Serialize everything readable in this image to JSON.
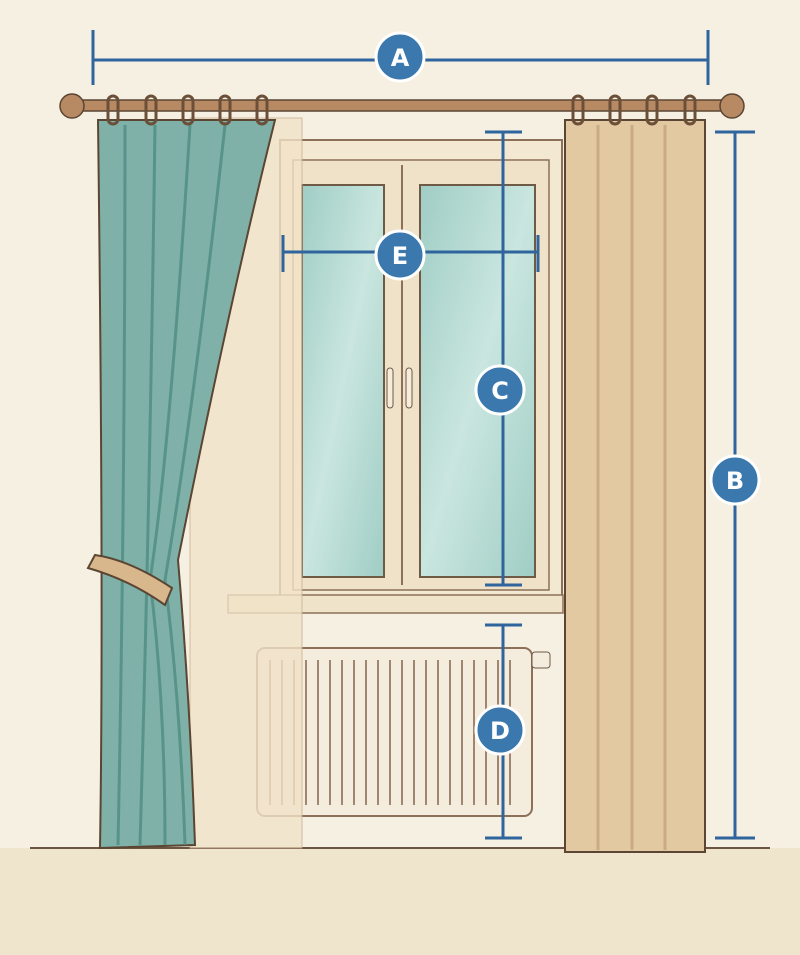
{
  "diagram": {
    "labels": {
      "a": "A",
      "b": "B",
      "c": "C",
      "d": "D",
      "e": "E"
    },
    "colors": {
      "background": "#f6f0e2",
      "dimension_line": "#2f649c",
      "badge_fill": "#3a78ad",
      "left_curtain": "#7fb1a8",
      "right_curtain": "#e3c9a2",
      "rod": "#b78a64",
      "glass": "#a9d3cb"
    }
  }
}
